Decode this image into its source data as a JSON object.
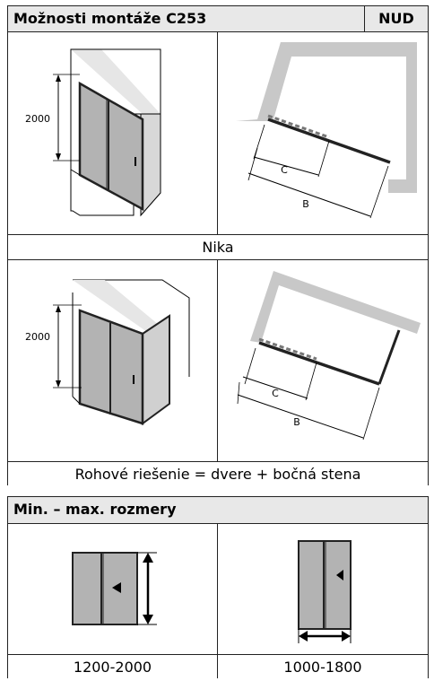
{
  "section1": {
    "title": "Možnosti montáže C253",
    "code": "NUD",
    "rows": [
      {
        "caption": "Nika",
        "height_label": "2000",
        "dim_c": "C",
        "dim_b": "B"
      },
      {
        "caption": "Rohové riešenie = dvere + bočná stena",
        "height_label": "2000",
        "dim_c": "C",
        "dim_b": "B"
      }
    ]
  },
  "section2": {
    "title": "Min. – max. rozmery",
    "items": [
      {
        "range": "1200-2000",
        "arrow_icon": "vertical-double-arrow"
      },
      {
        "range": "1000-1800",
        "arrow_icon": "horizontal-double-arrow"
      }
    ]
  },
  "colors": {
    "header_bg": "#e8e8e8",
    "wall_gray": "#c8c8c8",
    "glass_gray": "#b3b3b3",
    "frame_dark": "#222222"
  }
}
